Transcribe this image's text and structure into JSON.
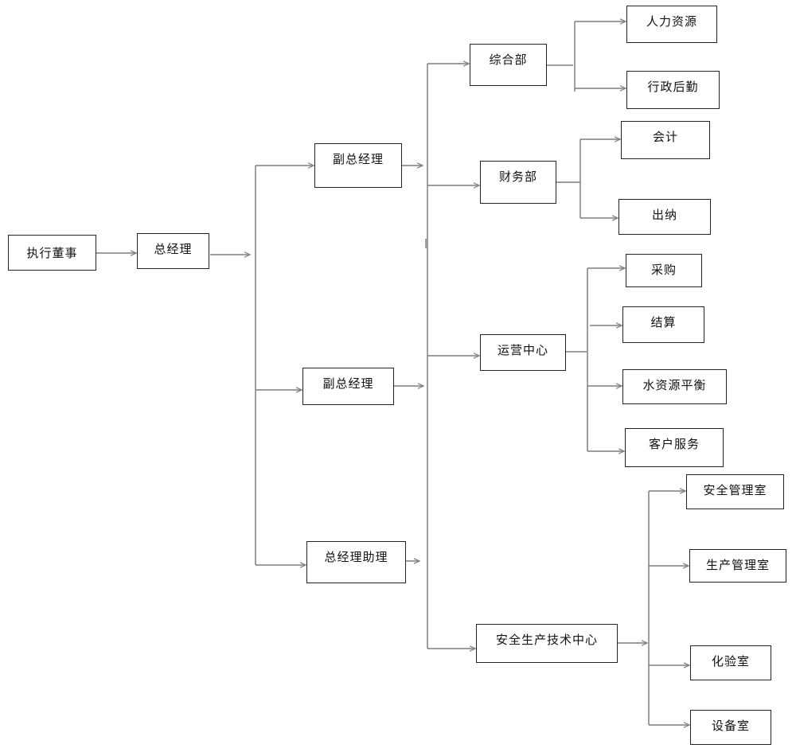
{
  "colors": {
    "line": "#7f7f7f",
    "box_border": "#222222",
    "text": "#111111"
  },
  "nodes": {
    "executive_director": "执行董事",
    "general_manager": "总经理",
    "deputy_gm_1": "副总经理",
    "deputy_gm_2": "副总经理",
    "gm_assistant": "总经理助理",
    "general_dept": "综合部",
    "finance_dept": "财务部",
    "operations_center": "运营中心",
    "safety_tech_center": "安全生产技术中心",
    "human_resources": "人力资源",
    "admin_logistics": "行政后勤",
    "accounting": "会计",
    "cashier": "出纳",
    "procurement": "采购",
    "settlement": "结算",
    "water_balance": "水资源平衡",
    "customer_service": "客户服务",
    "safety_mgmt_room": "安全管理室",
    "production_mgmt_room": "生产管理室",
    "lab_room": "化验室",
    "equipment_room": "设备室"
  }
}
